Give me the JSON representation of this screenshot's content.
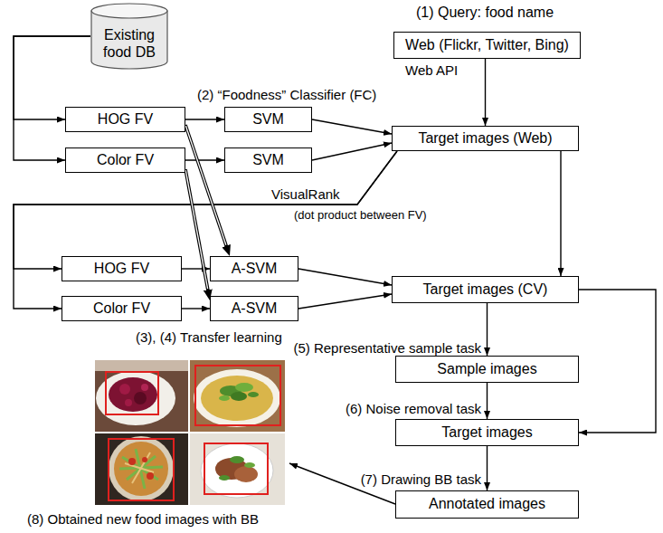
{
  "diagram": {
    "nodes": [
      {
        "text": [
          "Existing food DB"
        ]
      },
      {
        "text": [
          "Web (Flickr, Twitter, Bing)"
        ]
      },
      {
        "text": [
          "HOG FV"
        ]
      },
      {
        "text": [
          "SVM"
        ]
      },
      {
        "text": [
          "Color FV"
        ]
      },
      {
        "text": [
          "SVM"
        ]
      },
      {
        "text": [
          "Target images (Web)"
        ]
      },
      {
        "text": [
          "HOG FV"
        ]
      },
      {
        "text": [
          "A-SVM"
        ]
      },
      {
        "text": [
          "Color FV"
        ]
      },
      {
        "text": [
          "A-SVM"
        ]
      },
      {
        "text": [
          "Target images (CV)"
        ]
      },
      {
        "text": [
          "Sample images"
        ]
      },
      {
        "text": [
          "Target images"
        ]
      },
      {
        "text": [
          "Annotated images"
        ]
      }
    ],
    "edges": [
      {
        "from": 0,
        "to": 2,
        "arrow": "to"
      },
      {
        "from": 0,
        "to": 4,
        "arrow": "to"
      },
      {
        "from": 2,
        "to": 3,
        "arrow": "to"
      },
      {
        "from": 4,
        "to": 5,
        "arrow": "to"
      },
      {
        "from": 3,
        "to": 6,
        "arrow": "to"
      },
      {
        "from": 5,
        "to": 6,
        "arrow": "to"
      },
      {
        "from": 1,
        "to": 6,
        "arrow": "to"
      },
      {
        "from": 2,
        "to": 8,
        "arrow": "to"
      },
      {
        "from": 4,
        "to": 10,
        "arrow": "to"
      },
      {
        "from": 6,
        "to": 7,
        "arrow": "to"
      },
      {
        "from": 6,
        "to": 9,
        "arrow": "to"
      },
      {
        "from": 7,
        "to": 8,
        "arrow": "to"
      },
      {
        "from": 9,
        "to": 10,
        "arrow": "to"
      },
      {
        "from": 8,
        "to": 11,
        "arrow": "to"
      },
      {
        "from": 10,
        "to": 11,
        "arrow": "to"
      },
      {
        "from": 6,
        "to": 11,
        "arrow": "to"
      },
      {
        "from": 11,
        "to": 12,
        "arrow": "to"
      },
      {
        "from": 12,
        "to": 13,
        "arrow": "to"
      },
      {
        "from": 11,
        "to": 13,
        "arrow": "to"
      },
      {
        "from": 13,
        "to": 14,
        "arrow": "to"
      }
    ],
    "labels": [
      "(1) Query: food name",
      "Web API",
      "(2) “Foodness” Classifier (FC)",
      "VisualRank",
      "(dot product between FV)",
      "(3), (4) Transfer learning",
      "(5) Representative sample task",
      "(6) Noise removal task",
      "(7) Drawing BB task",
      "(8) Obtained new food images with BB"
    ]
  }
}
